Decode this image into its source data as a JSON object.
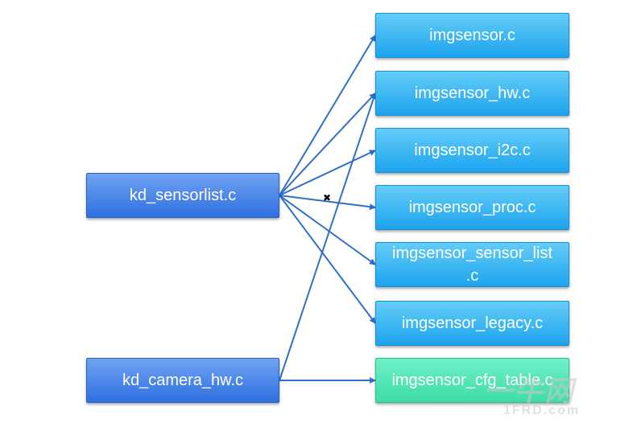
{
  "sources": [
    {
      "id": "kd_sensorlist",
      "label": "kd_sensorlist.c"
    },
    {
      "id": "kd_camera_hw",
      "label": "kd_camera_hw.c"
    }
  ],
  "targets": [
    {
      "id": "imgsensor",
      "label": "imgsensor.c"
    },
    {
      "id": "imgsensor_hw",
      "label": "imgsensor_hw.c"
    },
    {
      "id": "imgsensor_i2c",
      "label": "imgsensor_i2c.c"
    },
    {
      "id": "imgsensor_proc",
      "label": "imgsensor_proc.c"
    },
    {
      "id": "imgsensor_sensor_list",
      "label": "imgsensor_sensor_list\n.c"
    },
    {
      "id": "imgsensor_legacy",
      "label": "imgsensor_legacy.c"
    },
    {
      "id": "imgsensor_cfg_table",
      "label": "imgsensor_cfg_table.c"
    }
  ],
  "edges": [
    {
      "from": "kd_sensorlist",
      "to": "imgsensor"
    },
    {
      "from": "kd_sensorlist",
      "to": "imgsensor_hw"
    },
    {
      "from": "kd_sensorlist",
      "to": "imgsensor_i2c"
    },
    {
      "from": "kd_sensorlist",
      "to": "imgsensor_proc"
    },
    {
      "from": "kd_sensorlist",
      "to": "imgsensor_sensor_list"
    },
    {
      "from": "kd_sensorlist",
      "to": "imgsensor_legacy"
    },
    {
      "from": "kd_camera_hw",
      "to": "imgsensor_hw"
    },
    {
      "from": "kd_camera_hw",
      "to": "imgsensor_cfg_table"
    }
  ],
  "colors": {
    "source_fill": "#3a7ae6",
    "target_fill": "#2eaef0",
    "highlight_fill": "#4fe3b3",
    "arrow": "#2f6fc9"
  },
  "watermark": {
    "main": "一牛网",
    "sub": "1FRD.com"
  }
}
